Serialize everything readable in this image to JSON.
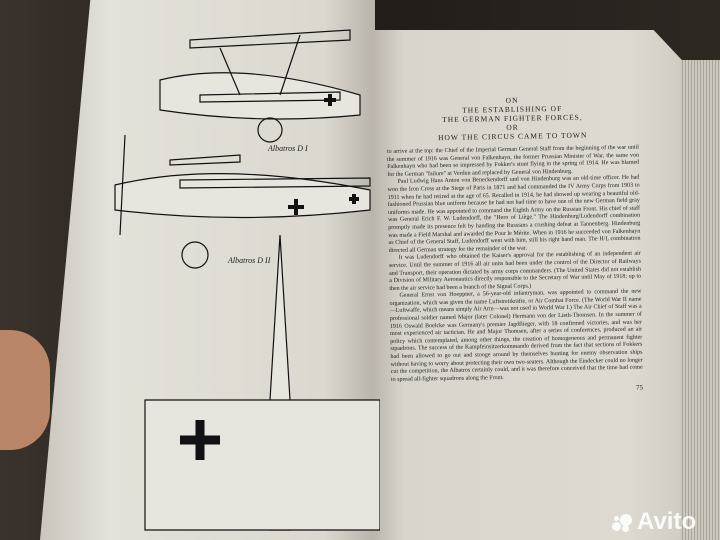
{
  "left_page": {
    "captions": [
      "Albatros D I",
      "Albatros D II"
    ]
  },
  "right_page": {
    "title_lines": [
      "ON",
      "THE ESTABLISHING OF",
      "THE GERMAN FIGHTER FORCES,",
      "OR",
      "HOW THE CIRCUS CAME TO TOWN"
    ],
    "paragraphs": [
      "to arrive at the top: the Chief of the Imperial German General Staff from the beginning of the war until the summer of 1916 was General von Falkenhayn, the former Prussian Minister of War, the same von Falkenhayn who had been so impressed by Fokker's stunt flying in the spring of 1914. He was blamed for the German \"failure\" at Verdun and replaced by General von Hindenburg.",
      "Paul Ludwig Hans Anton von Beneckendorff und von Hindenburg was an old-time officer. He had won the Iron Cross at the Siege of Paris in 1871 and had commanded the IV Army Corps from 1903 to 1911 when he had retired at the age of 65. Recalled in 1914, he had showed up wearing a beautiful old-fashioned Prussian blue uniform because he had not had time to have one of the new German field gray uniforms made. He was appointed to command the Eighth Army on the Russian Front. His chief of staff was General Erich F. W. Ludendorff, the \"Hero of Liège.\" The Hindenburg/Ludendorff combination promptly made its presence felt by handing the Russians a crushing defeat at Tannenberg. Hindenburg was made a Field Marshal and awarded the Pour le Mérite. When in 1916 he succeeded von Falkenhayn as Chief of the General Staff, Ludendorff went with him, still his right hand man. The H/L combination directed all German strategy for the remainder of the war.",
      "It was Ludendorff who obtained the Kaiser's approval for the establishing of an independent air service. Until the summer of 1916 all air units had been under the control of the Director of Railways and Transport, their operation dictated by army corps commanders. (The United States did not establish a Division of Military Aeronautics directly responsible to the Secretary of War until May of 1918; up to then the air service had been a branch of the Signal Corps.)",
      "General Ernst von Hoeppner, a 56-year-old infantryman, was appointed to command the new organization, which was given the name Luftstreitkräfte, or Air Combat Force. (The World War II name—Luftwaffe, which means simply Air Arm—was not used in World War I.) The Air Chief of Staff was a professional soldier named Major (later Colonel) Hermann von der Lieth-Thomsen. In the summer of 1916 Oswald Boelcke was Germany's premier Jagdflieger, with 18 confirmed victories, and was her most experienced air tactician. He and Major Thomsen, after a series of conferences, produced an air policy which contemplated, among other things, the creation of homogeneous and permanent fighter squadrons. The success of the Kampfeinsitzerkommando derived from the fact that sections of Fokkers had been allowed to go out and stooge around by themselves hunting for enemy observation ships without having to worry about protecting their own two-seaters. Although the Eindecker could no longer cut the competition, the Albatros certainly could, and it was therefore conceived that the time had come to spread all-fighter squadrons along the Front."
    ],
    "page_number": "75"
  },
  "watermark": "Avito",
  "colors": {
    "page": "#dedad2",
    "ink": "#1e1e1e",
    "background": "#2a2420"
  }
}
